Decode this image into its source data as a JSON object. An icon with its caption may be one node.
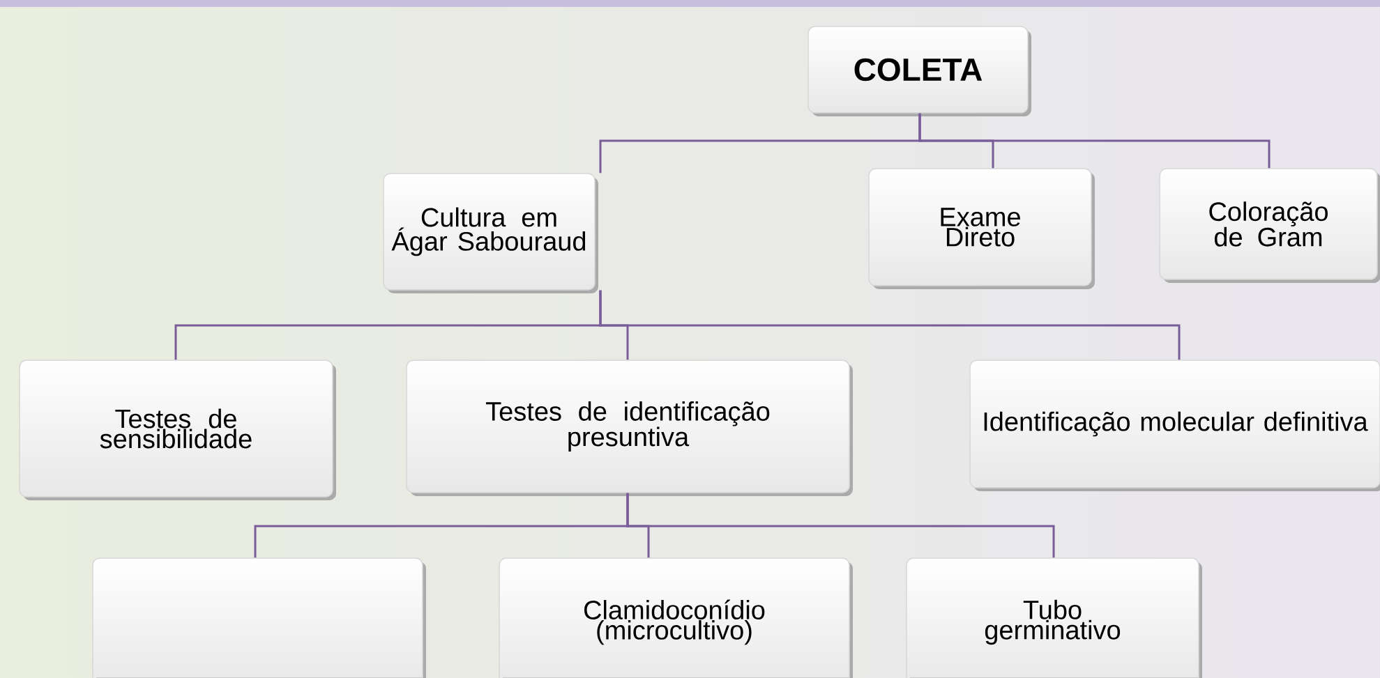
{
  "diagram": {
    "nodes": [
      {
        "text": [
          "COLETA"
        ]
      },
      {
        "text": [
          "Cultura em Ágar Sabouraud"
        ]
      },
      {
        "text": [
          "Exame Direto"
        ]
      },
      {
        "text": [
          "Coloração de Gram"
        ]
      },
      {
        "text": [
          "Testes de sensibilidade"
        ]
      },
      {
        "text": [
          "Testes de identificação presuntiva"
        ]
      },
      {
        "text": [
          "Identificação molecular definitiva"
        ]
      },
      {
        "text": [],
        "shape": "box"
      },
      {
        "text": [
          "Clamidoconídio (microcultivo)"
        ]
      },
      {
        "text": [
          "Tubo germinativo"
        ]
      }
    ],
    "edges": [
      {
        "from": 0,
        "to": 1,
        "arrow": "none"
      },
      {
        "from": 0,
        "to": 2,
        "arrow": "none"
      },
      {
        "from": 0,
        "to": 3,
        "arrow": "none"
      },
      {
        "from": 1,
        "to": 4,
        "arrow": "none"
      },
      {
        "from": 1,
        "to": 5,
        "arrow": "none"
      },
      {
        "from": 1,
        "to": 6,
        "arrow": "none"
      },
      {
        "from": 5,
        "to": 7,
        "arrow": "none"
      },
      {
        "from": 5,
        "to": 8,
        "arrow": "none"
      },
      {
        "from": 5,
        "to": 9,
        "arrow": "none"
      }
    ]
  }
}
